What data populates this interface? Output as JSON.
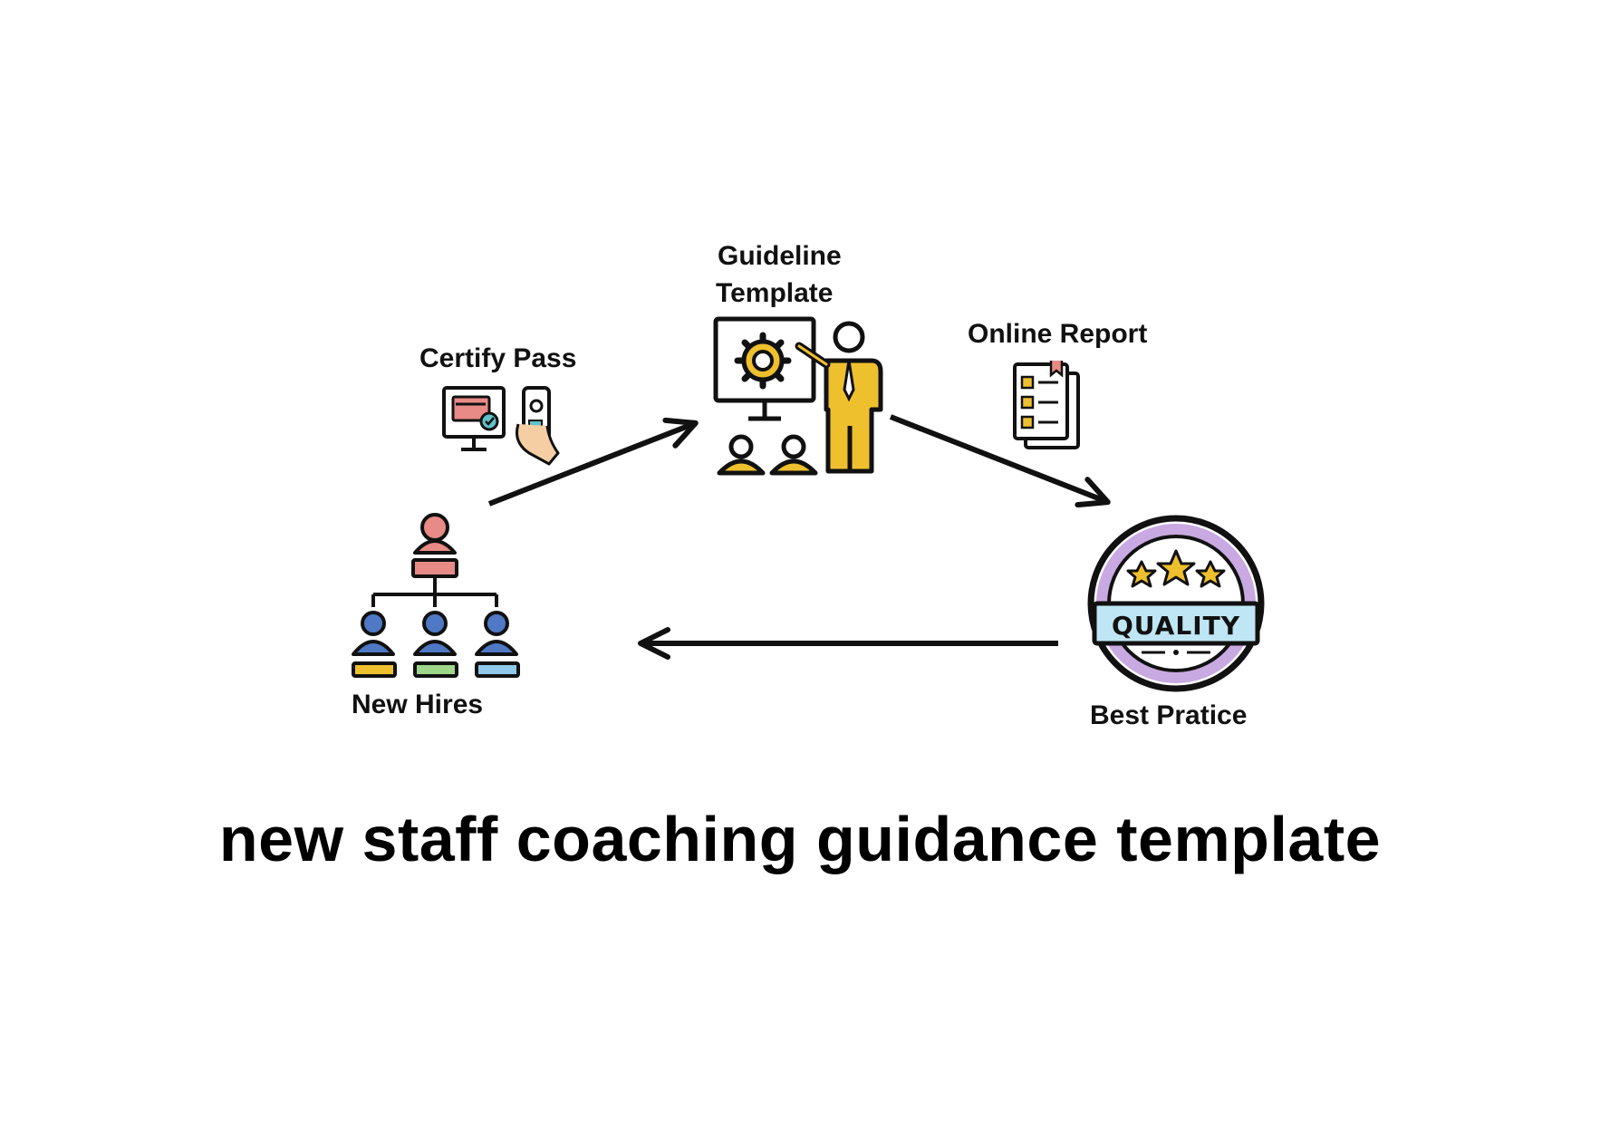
{
  "nodes": {
    "guideline_line1": "Guideline",
    "guideline_line2": "Template",
    "certify": "Certify Pass",
    "online_report": "Online Report",
    "new_hires": "New Hires",
    "best_practice": "Best Pratice",
    "quality_badge": "QUALITY"
  },
  "title": "new staff coaching guidance template",
  "icons": {
    "guideline": "presentation-gear-icon",
    "certify": "monitor-phone-certificate-icon",
    "report": "checklist-document-icon",
    "new_hires": "org-chart-people-icon",
    "best_practice": "quality-badge-icon"
  },
  "colors": {
    "arrow": "#111111",
    "mustard": "#EFC02E",
    "blue": "#4F79C4",
    "salmon": "#E88A86",
    "lavender": "#C9A9E2",
    "light_blue": "#BFE6F4"
  }
}
